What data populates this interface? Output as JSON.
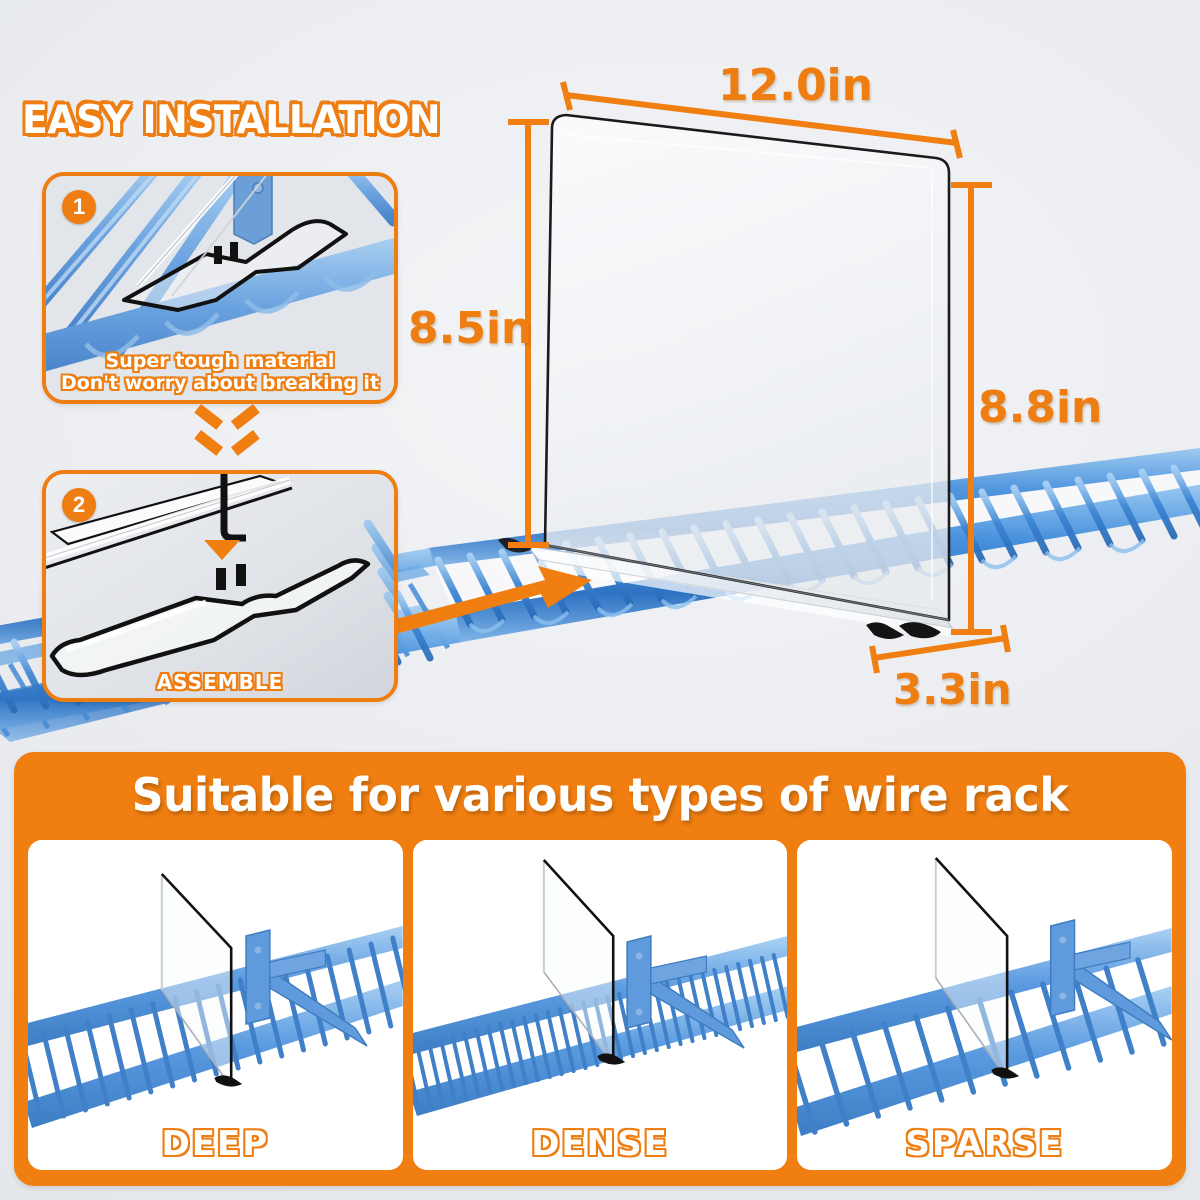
{
  "headline": "EASY INSTALLATION",
  "install_steps": [
    {
      "badge": "1",
      "caption_line1": "Super tough material",
      "caption_line2": "Don't worry about breaking it"
    },
    {
      "badge": "2",
      "caption_line1": "ASSEMBLE",
      "caption_line2": ""
    }
  ],
  "dimensions": {
    "width": "12.0in",
    "height_left": "8.5in",
    "height_right": "8.8in",
    "depth": "3.3in"
  },
  "bottom": {
    "title": "Suitable for various types of wire rack",
    "cards": [
      {
        "label": "DEEP",
        "wire_count": 22,
        "wire_spacing": "medium"
      },
      {
        "label": "DENSE",
        "wire_count": 34,
        "wire_spacing": "tight"
      },
      {
        "label": "SPARSE",
        "wire_count": 14,
        "wire_spacing": "wide"
      }
    ]
  },
  "colors": {
    "accent_orange": "#ee7d12",
    "orange_bright": "#f07e10",
    "rack_blue": "#3b82d6",
    "rack_blue_light": "#7db4e8",
    "background": "#eceef1",
    "outline_black": "#1b1b1b",
    "card_white": "#ffffff"
  },
  "icons": {
    "chevron_down": "chevron-down-icon",
    "arrow_right": "arrow-right-icon",
    "arrow_down_small": "arrow-down-icon"
  }
}
